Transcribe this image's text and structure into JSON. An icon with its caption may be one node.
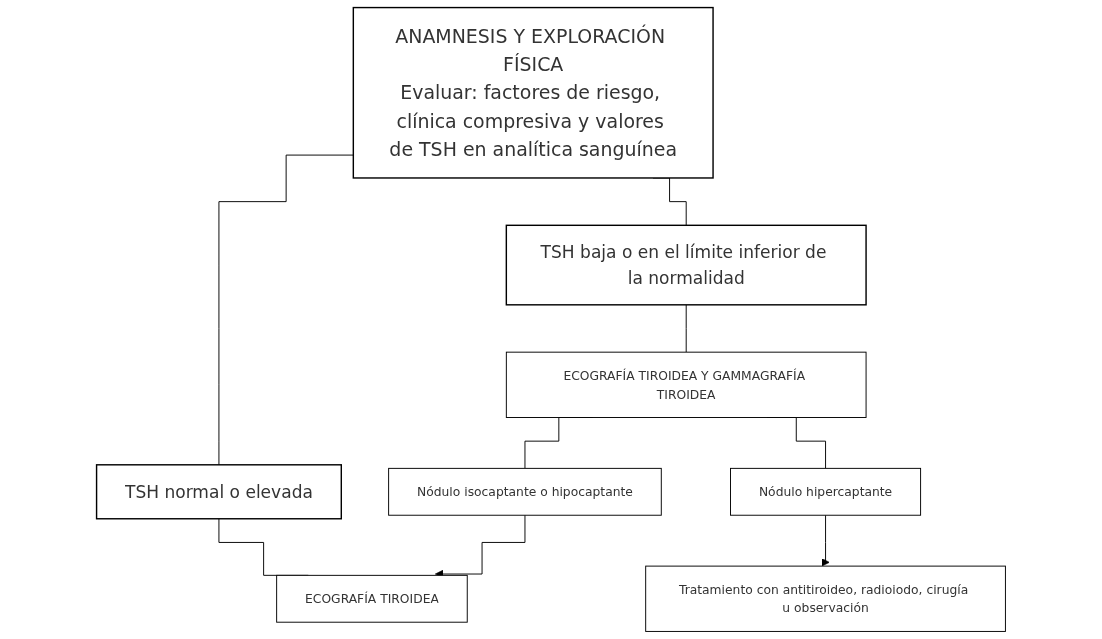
{
  "diagram": {
    "nodes": [
      {
        "text": [
          "ANAMNESIS Y EXPLORACIÓN FÍSICA",
          "Evaluar: factores de riesgo, clínica compresiva y valores de TSH en analítica sanguínea"
        ]
      },
      {
        "text": [
          "TSH normal o elevada"
        ]
      },
      {
        "text": [
          "TSH baja o en el límite inferior de la normalidad"
        ]
      },
      {
        "text": [
          "ECOGRAFÍA TIROIDEA"
        ]
      },
      {
        "text": [
          "ECOGRAFÍA TIROIDEA Y GAMMAGRAFÍA TIROIDEA"
        ]
      },
      {
        "text": [
          "Nódulo hipercaptante"
        ]
      },
      {
        "text": [
          "Nódulo isocaptante o hipocaptante"
        ]
      },
      {
        "text": [
          "Tratamiento con antitiroideo, radioiodo, cirugía u observación"
        ]
      }
    ],
    "edges": [
      {
        "from": 0,
        "to": 1,
        "arrow": "none"
      },
      {
        "from": 0,
        "to": 2,
        "arrow": "none"
      },
      {
        "from": 1,
        "to": 3,
        "arrow": "none"
      },
      {
        "from": 2,
        "to": 4,
        "arrow": "none"
      },
      {
        "from": 4,
        "to": 5,
        "arrow": "none"
      },
      {
        "from": 4,
        "to": 6,
        "arrow": "none"
      },
      {
        "from": 5,
        "to": 7,
        "arrow": "to"
      },
      {
        "from": 6,
        "to": 3,
        "arrow": "to"
      }
    ]
  }
}
